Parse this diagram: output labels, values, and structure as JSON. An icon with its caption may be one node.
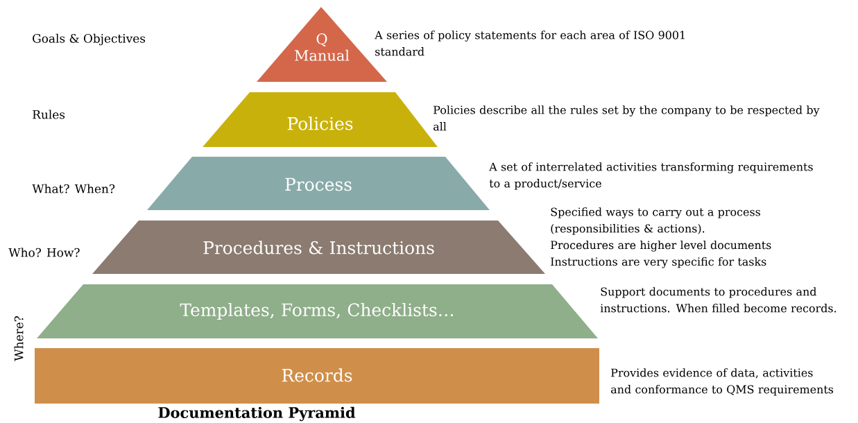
{
  "diagram": {
    "caption": "Documentation Pyramid",
    "nodes": [
      {
        "text": [
          "Q Manual"
        ],
        "beside": [
          "A series of policy statements for each area of ISO 9001 standard"
        ]
      },
      {
        "text": [
          "Policies"
        ],
        "beside": [
          "Policies describe all the rules set by the company to be respected by all"
        ]
      },
      {
        "text": [
          "Process"
        ],
        "beside": [
          "A set of interrelated activities transforming requirements to a product/service"
        ]
      },
      {
        "text": [
          "Procedures & Instructions"
        ],
        "beside": [
          "Specified ways to carry out a process (responsibilities & actions).",
          "Procedures are higher level documents",
          "Instructions are very specific for tasks"
        ]
      },
      {
        "text": [
          "Templates, Forms, Checklists…"
        ],
        "beside": [
          "Support documents to procedures and instructions. When filled become records."
        ]
      },
      {
        "text": [
          "Records"
        ],
        "beside": [
          "Provides evidence of data, activities and conformance to QMS requirements"
        ]
      }
    ],
    "labels": [
      "Goals & Objectives",
      "Rules",
      "What? When?",
      "Who? How?",
      "Where?"
    ]
  }
}
